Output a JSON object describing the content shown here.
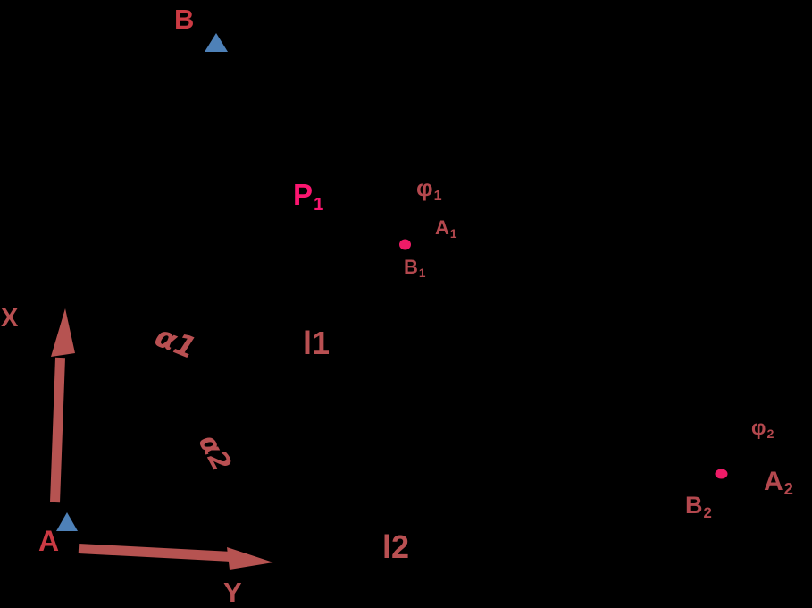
{
  "colors": {
    "background": "#000000",
    "station_label": "#cb3a43",
    "axis_label": "#b95052",
    "line_label": "#b95052",
    "angle_label": "#b95052",
    "detail_label": "#b4484e",
    "pink_label": "#fb1670",
    "dot": "#ee1b67",
    "triangle_blue": "#4e81b8",
    "arrow_red": "#b65351"
  },
  "stations": {
    "b": {
      "label": "B"
    },
    "a": {
      "label": "A"
    }
  },
  "axes": {
    "x": {
      "label": "X"
    },
    "y": {
      "label": "Y"
    }
  },
  "angles": {
    "alpha1": {
      "label": "α1"
    },
    "alpha2": {
      "label": "α2"
    },
    "phi1": {
      "main": "φ",
      "sub": "1"
    },
    "phi2": {
      "main": "φ",
      "sub": "2"
    }
  },
  "lines": {
    "l1": {
      "label": "l1"
    },
    "l2": {
      "label": "l2"
    }
  },
  "points": {
    "p1": {
      "main": "P",
      "sub": "1"
    },
    "a1": {
      "main": "A",
      "sub": "1"
    },
    "b1": {
      "main": "B",
      "sub": "1"
    },
    "a2": {
      "main": "A",
      "sub": "2"
    },
    "b2": {
      "main": "B",
      "sub": "2"
    }
  }
}
